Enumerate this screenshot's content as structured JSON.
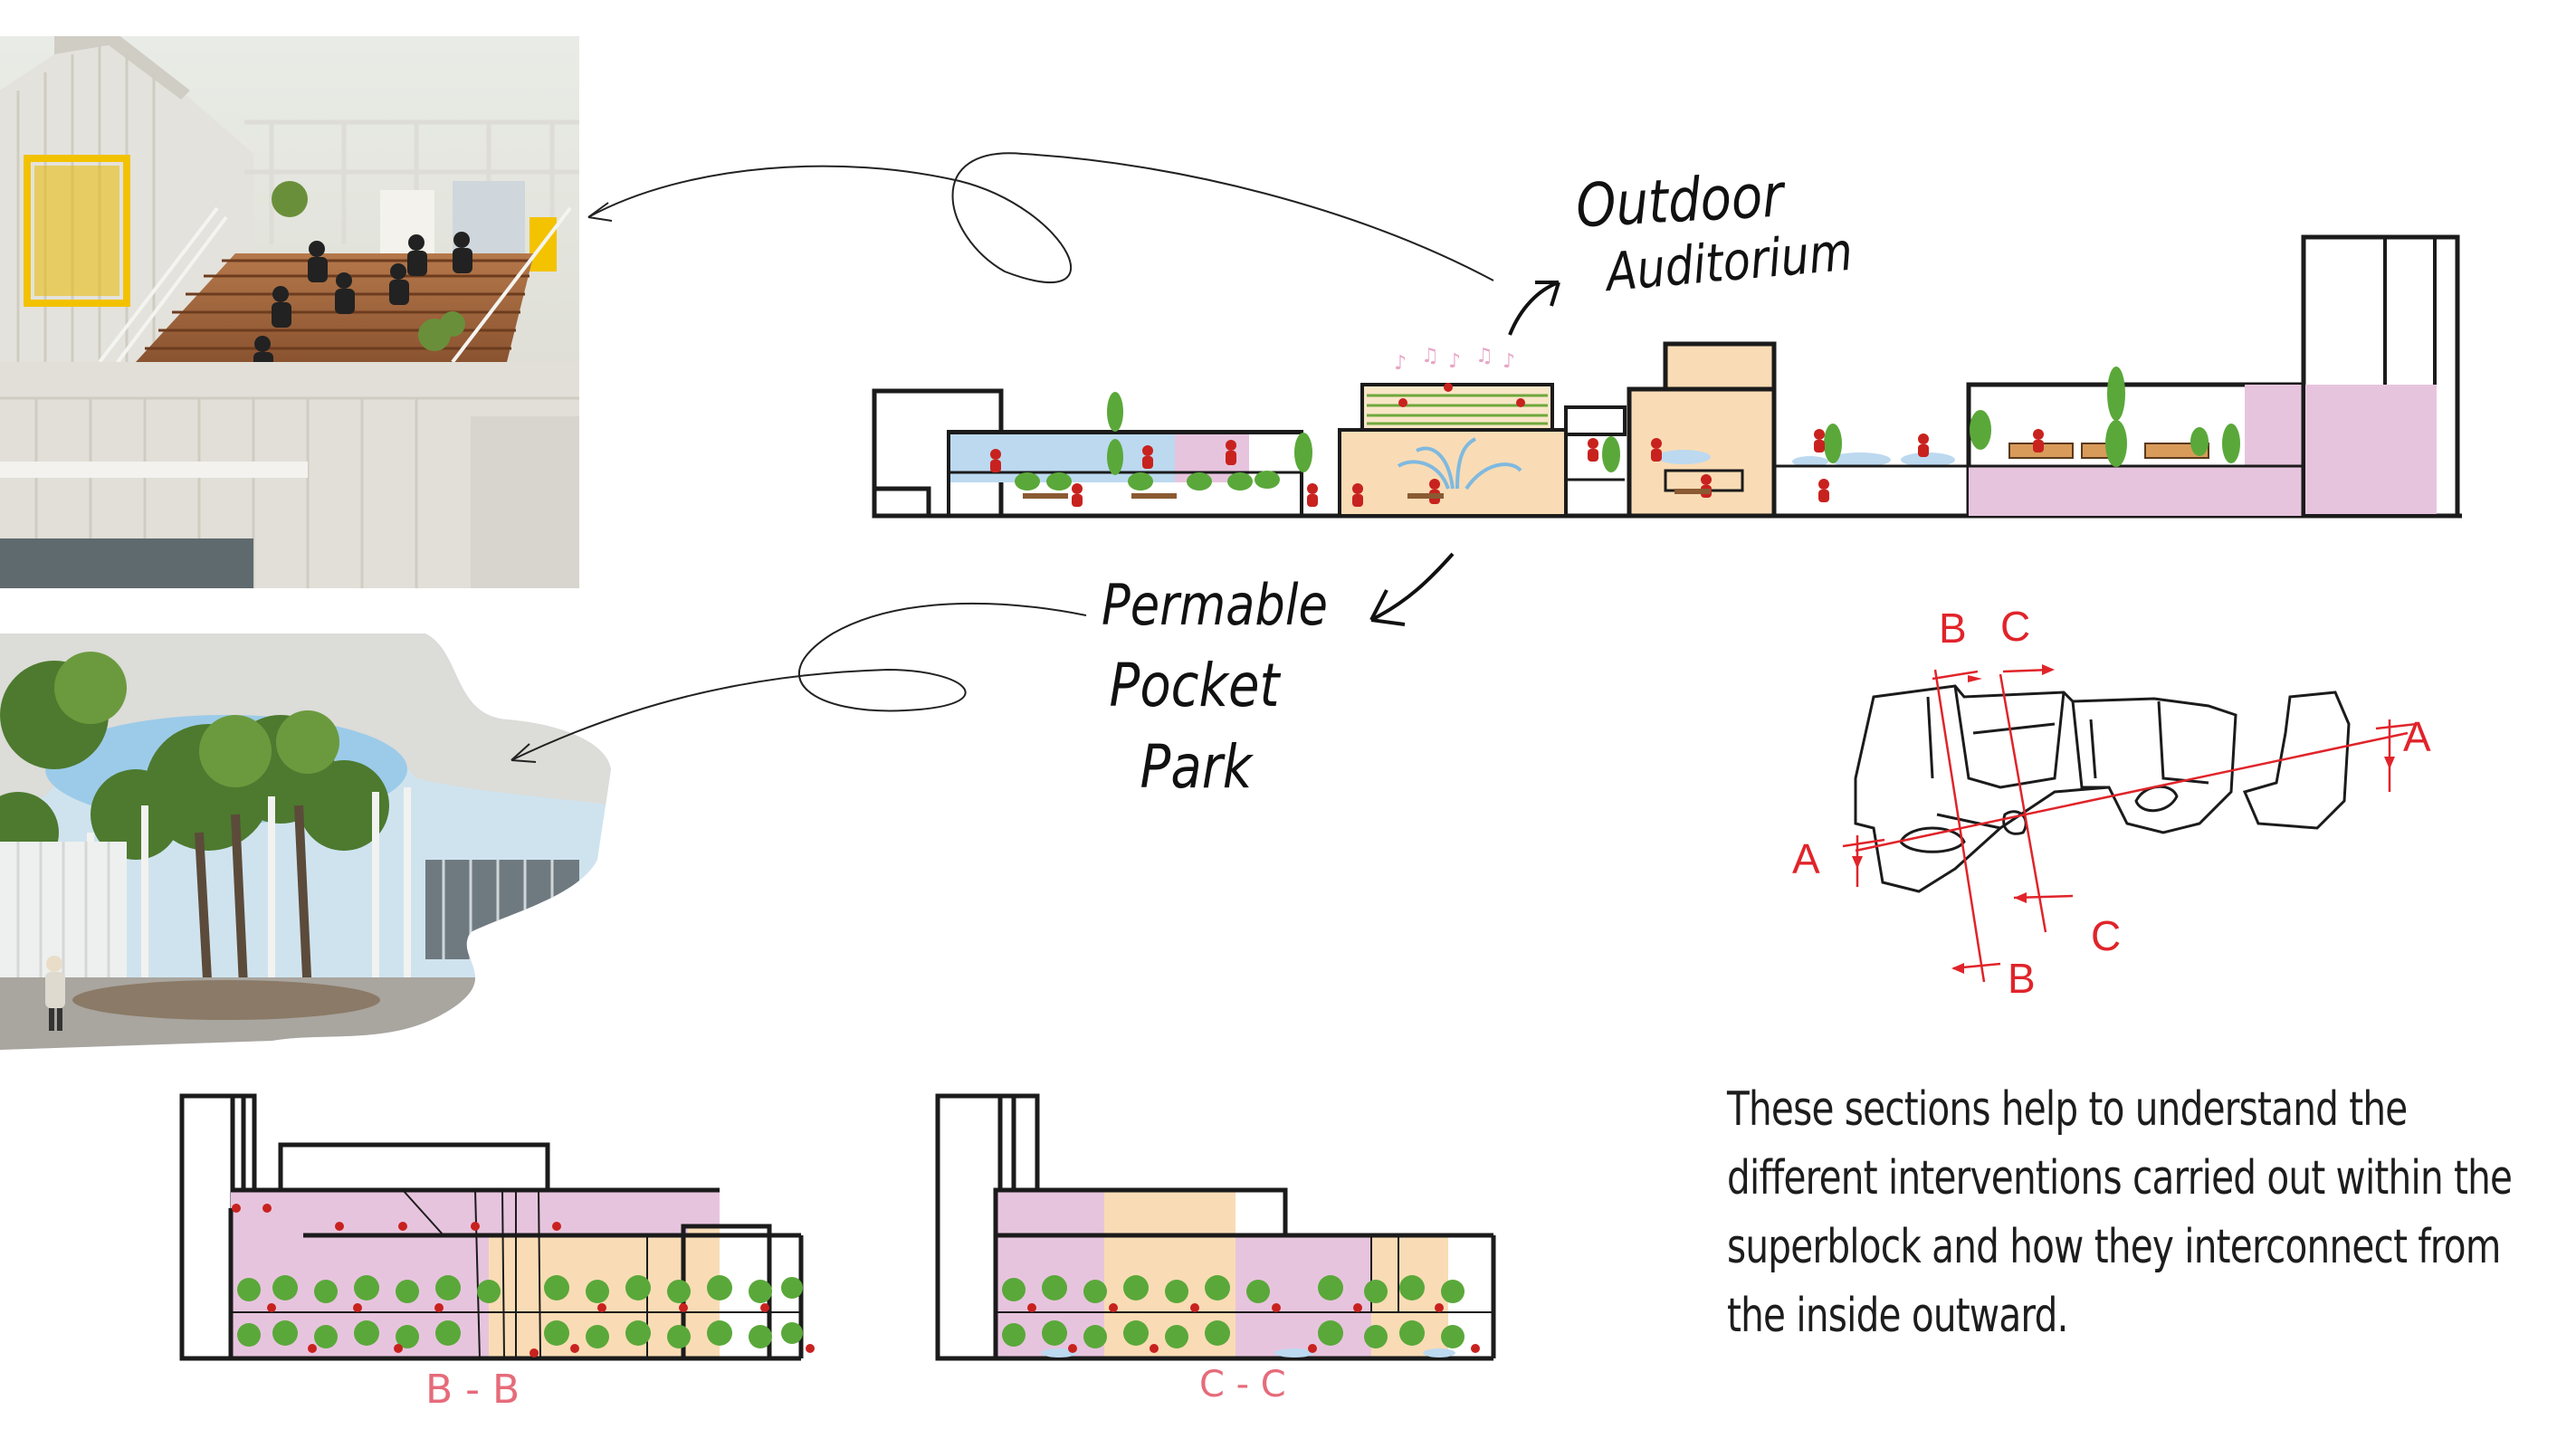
{
  "annotations": {
    "outdoor_auditorium_line1": "Outdoor",
    "outdoor_auditorium_line2": "Auditorium",
    "permable_line1": "Permable",
    "permable_line2": "Pocket",
    "permable_line3": "Park"
  },
  "key_plan": {
    "label_a_right": "A",
    "label_a_left": "A",
    "label_b_top": "B",
    "label_b_bottom": "B",
    "label_c_top": "C",
    "label_c_bottom": "C"
  },
  "sections": {
    "bb_label": "B - B",
    "cc_label": "C - C"
  },
  "description": "These sections help to understand the different interventions carried out within the superblock and how they interconnect from the inside outward.",
  "photos": {
    "top_photo": "outdoor-auditorium-photo",
    "bottom_photo": "pocket-park-photo"
  },
  "colors": {
    "pink": "#e7c4de",
    "peach": "#f9dcb5",
    "blue": "#bcd9f0",
    "tree_green": "#5aa83a",
    "figure_red": "#c8221f",
    "annotation_red": "#e0242a"
  }
}
